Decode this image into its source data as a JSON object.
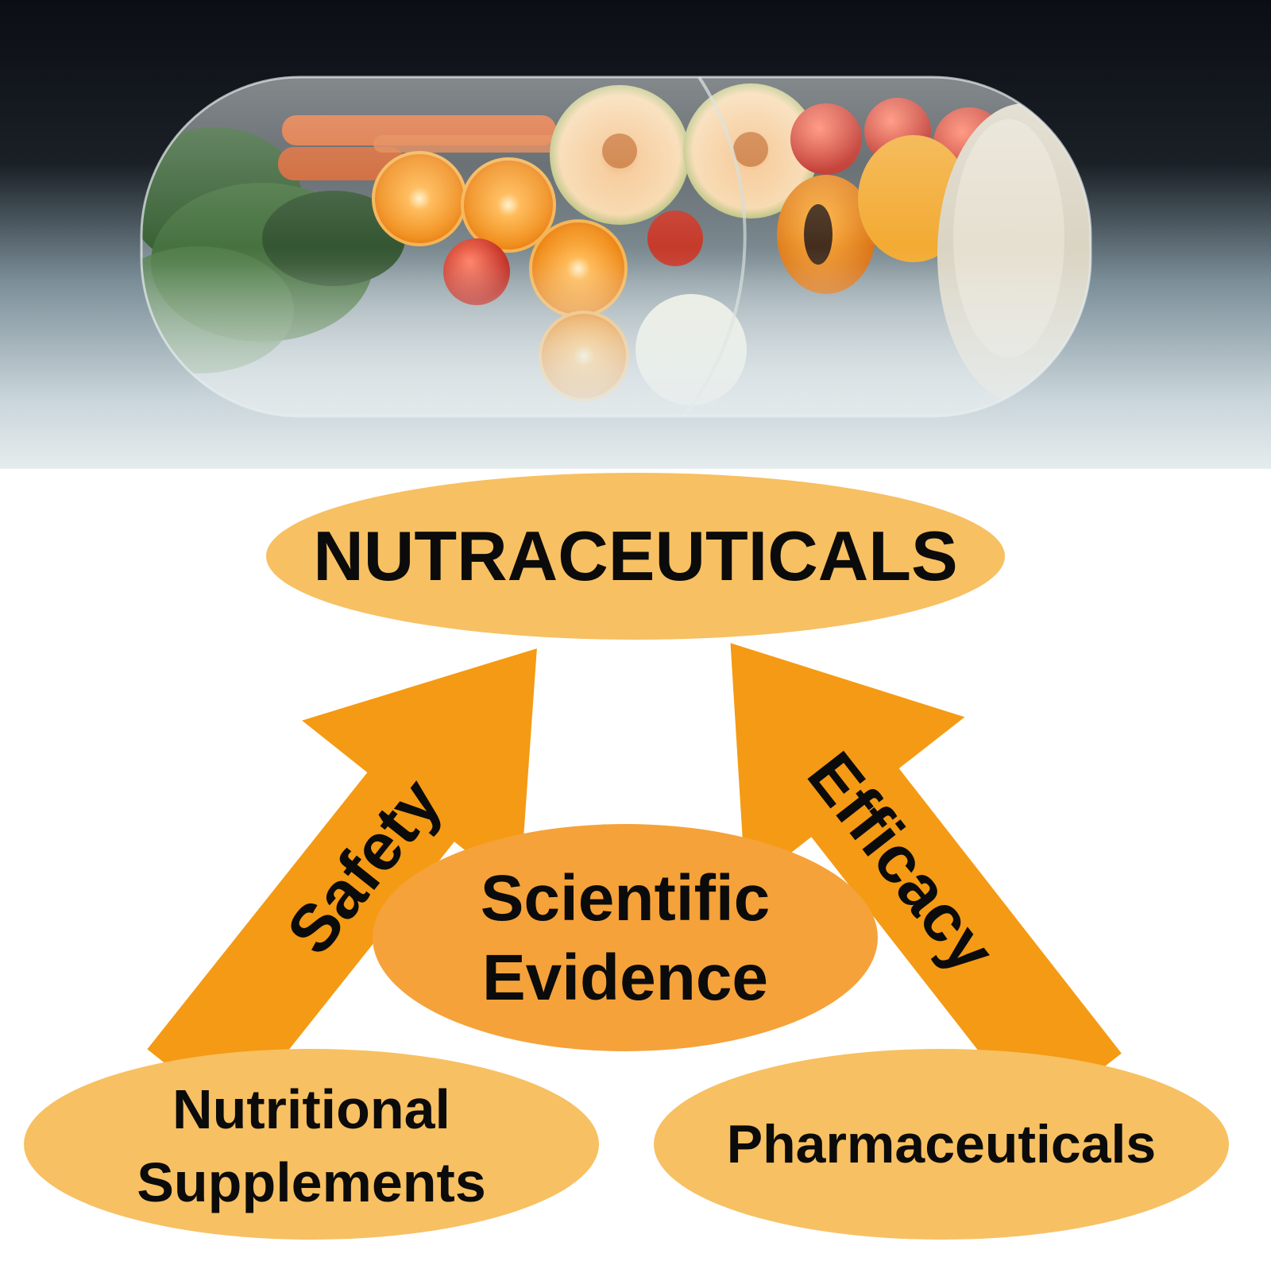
{
  "photo": {
    "subject": "capsule-filled-with-fruits-and-vegetables",
    "colors": {
      "background_top": "#0b0e14",
      "background_bottom": "#dfe7ea"
    }
  },
  "diagram": {
    "top_node": {
      "label": "NUTRACEUTICALS"
    },
    "center_node": {
      "line1": "Scientific",
      "line2": "Evidence"
    },
    "left_node": {
      "line1": "Nutritional",
      "line2": "Supplements"
    },
    "right_node": {
      "label": "Pharmaceuticals"
    },
    "left_arrow": {
      "label": "Safety"
    },
    "right_arrow": {
      "label": "Efficacy"
    },
    "colors": {
      "light_ellipse": "#f7c062",
      "center_ellipse": "#f5a23a",
      "arrow": "#f59a14",
      "text": "#0b0b0b"
    }
  }
}
